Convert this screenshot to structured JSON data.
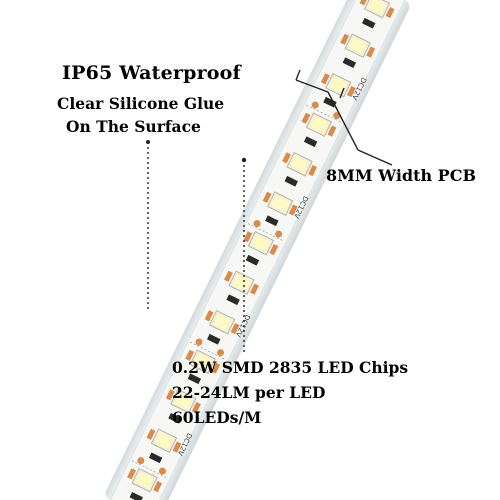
{
  "callouts": {
    "waterproof": {
      "title": "IP65 Waterproof",
      "line2": "Clear Silicone Glue",
      "line3": "On The Surface"
    },
    "pcb": {
      "text": "8MM Width PCB"
    },
    "chips": {
      "line1": "0.2W SMD 2835 LED Chips",
      "line2": "22-24LM per LED",
      "line3": "60LEDs/M"
    }
  },
  "strip": {
    "marking": "DC12V",
    "colors": {
      "silicone": "#eef2f3",
      "pcb": "#f7f8f6",
      "led_body": "#f4f0dc",
      "led_phosphor": "#fff9c2",
      "pad": "#d88b4a",
      "callout_line": "#222222"
    },
    "icons": [
      "led-chip-icon",
      "resistor-icon",
      "solder-pad-icon"
    ]
  }
}
